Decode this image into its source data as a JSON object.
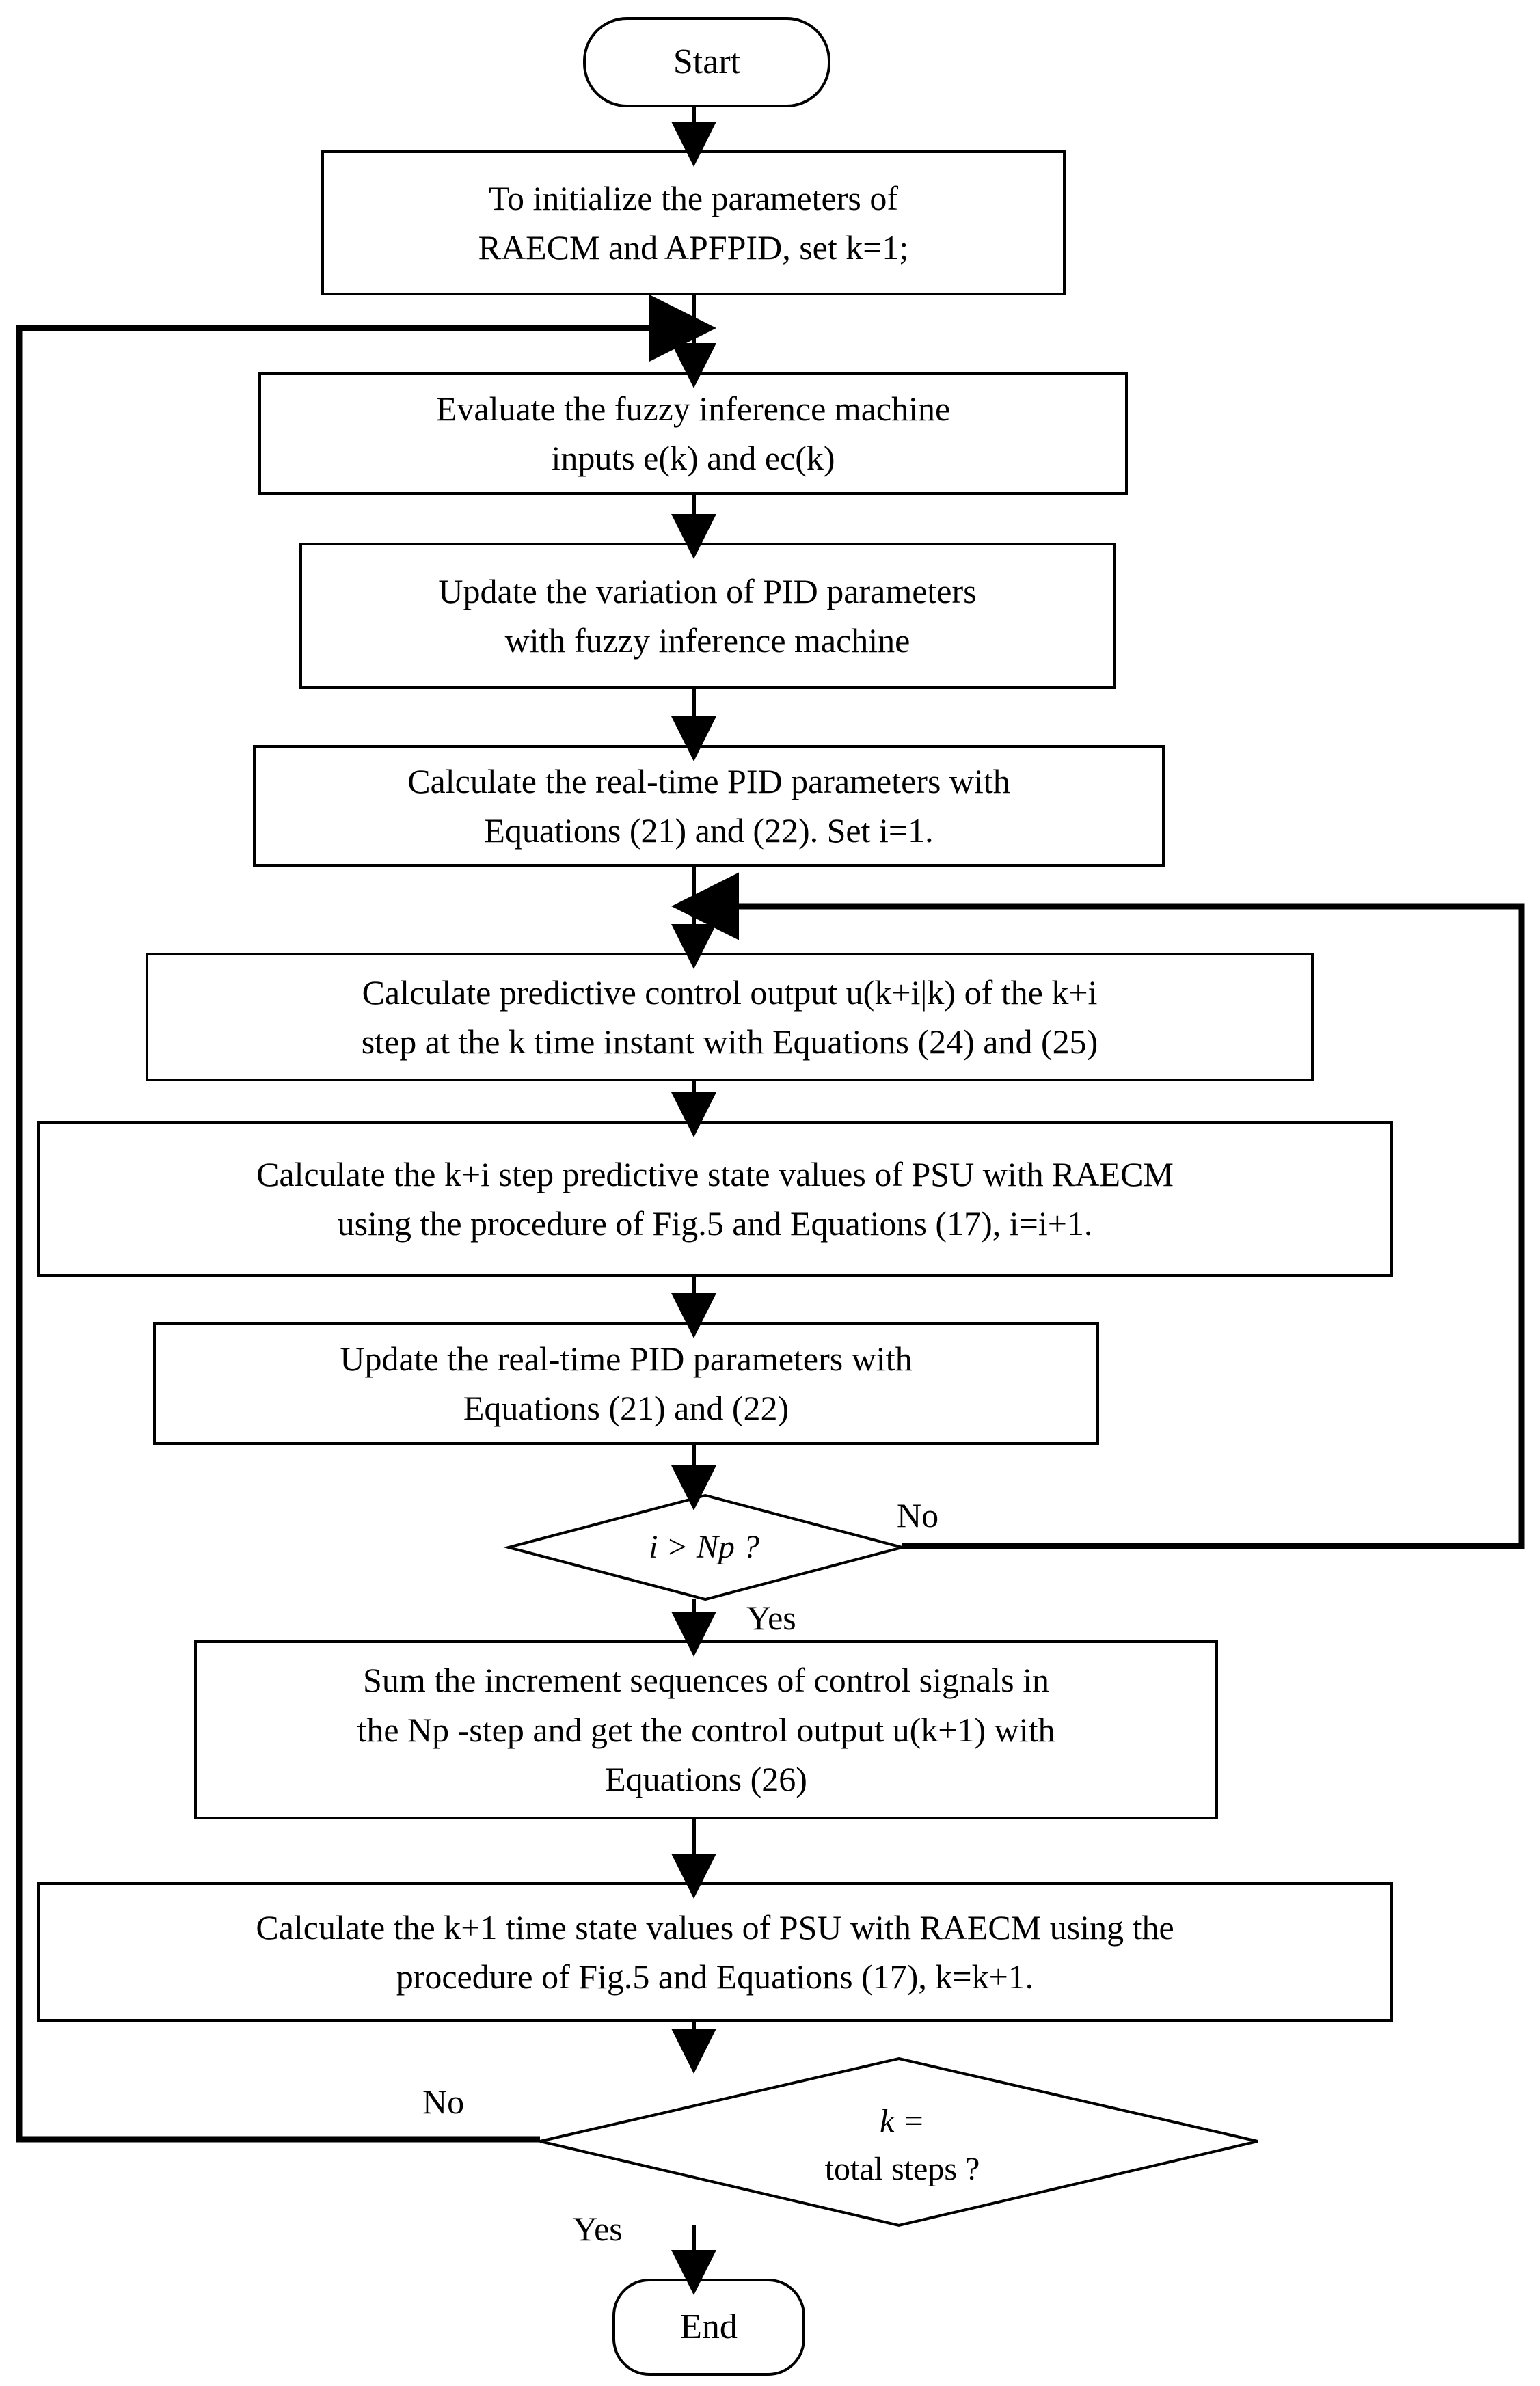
{
  "diagram": {
    "title": "RAECM and APFPID predictive control flowchart",
    "stroke_color": "#000000",
    "background_color": "#ffffff",
    "nodes": [
      {
        "id": "start",
        "shape": "terminator",
        "label": "Start"
      },
      {
        "id": "init",
        "shape": "process",
        "line1": "To initialize the parameters of",
        "line2": "RAECM and APFPID, set k=1;"
      },
      {
        "id": "evalfz",
        "shape": "process",
        "line1": "Evaluate the fuzzy inference machine",
        "line2": "inputs  e(k) and ec(k)"
      },
      {
        "id": "updvar",
        "shape": "process",
        "line1": "Update the variation of PID parameters",
        "line2": "with fuzzy inference machine"
      },
      {
        "id": "calcpid",
        "shape": "process",
        "line1": "Calculate the real-time PID parameters with",
        "line2": "Equations (21) and (22). Set i=1."
      },
      {
        "id": "predout",
        "shape": "process",
        "line1": "Calculate predictive control output u(k+i|k) of the k+i",
        "line2": "step at the k time instant with Equations (24) and (25)"
      },
      {
        "id": "predstate",
        "shape": "process",
        "line1": "Calculate the k+i step predictive state values of PSU with RAECM",
        "line2": "using the procedure of Fig.5 and Equations (17), i=i+1."
      },
      {
        "id": "updpid",
        "shape": "process",
        "line1": "Update the real-time PID parameters with",
        "line2": "Equations (21) and (22)"
      },
      {
        "id": "dec1",
        "shape": "decision",
        "label": "i > Np ?"
      },
      {
        "id": "sum",
        "shape": "process",
        "line1": "Sum the increment sequences of control signals in",
        "line2": "the Np -step and get the control output u(k+1) with",
        "line3": "Equations (26)"
      },
      {
        "id": "calcnext",
        "shape": "process",
        "line1": "Calculate the k+1 time  state values of PSU with RAECM using the",
        "line2": "procedure of Fig.5 and Equations (17), k=k+1."
      },
      {
        "id": "dec2",
        "shape": "decision",
        "line1": "k =",
        "line2": "total steps ?"
      },
      {
        "id": "end",
        "shape": "terminator",
        "label": "End"
      }
    ],
    "edge_labels": {
      "dec1_no": "No",
      "dec1_yes": "Yes",
      "dec2_no": "No",
      "dec2_yes": "Yes"
    }
  }
}
